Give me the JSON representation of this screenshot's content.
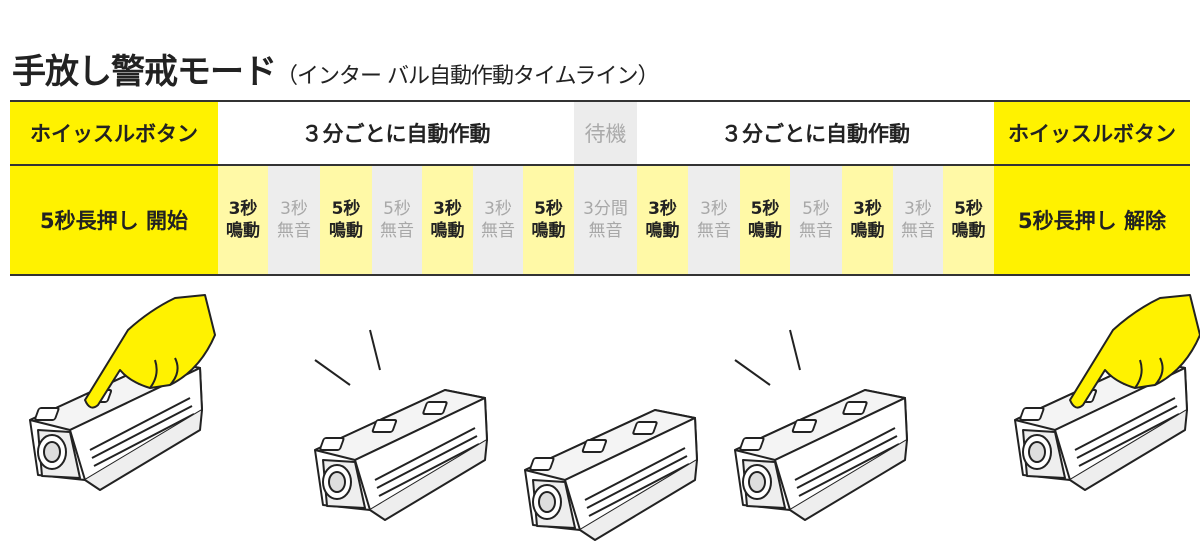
{
  "title": {
    "main": "手放し警戒モード",
    "sub": "（インター バル自動作動タイムライン）"
  },
  "header_row": {
    "left": "ホイッスルボタン",
    "auto1": "３分ごとに自動作動",
    "wait": "待機",
    "auto2": "３分ごとに自動作動",
    "right": "ホイッスルボタン"
  },
  "detail_row": {
    "left": "5秒長押し 開始",
    "right": "5秒長押し 解除",
    "segments": [
      {
        "label": "3秒\n鳴動",
        "state": "on"
      },
      {
        "label": "3秒\n無音",
        "state": "off"
      },
      {
        "label": "5秒\n鳴動",
        "state": "on"
      },
      {
        "label": "5秒\n無音",
        "state": "off"
      },
      {
        "label": "3秒\n鳴動",
        "state": "on"
      },
      {
        "label": "3秒\n無音",
        "state": "off"
      },
      {
        "label": "5秒\n鳴動",
        "state": "on"
      },
      {
        "label": "3分間\n無音",
        "state": "off"
      },
      {
        "label": "3秒\n鳴動",
        "state": "on"
      },
      {
        "label": "3秒\n無音",
        "state": "off"
      },
      {
        "label": "5秒\n鳴動",
        "state": "on"
      },
      {
        "label": "5秒\n無音",
        "state": "off"
      },
      {
        "label": "3秒\n鳴動",
        "state": "on"
      },
      {
        "label": "3秒\n無音",
        "state": "off"
      },
      {
        "label": "5秒\n鳴動",
        "state": "on"
      }
    ]
  },
  "illustrations": [
    {
      "name": "device-press-start",
      "hand": true,
      "sound": false
    },
    {
      "name": "device-sounding-1",
      "hand": false,
      "sound": true
    },
    {
      "name": "device-silent",
      "hand": false,
      "sound": false
    },
    {
      "name": "device-sounding-2",
      "hand": false,
      "sound": true
    },
    {
      "name": "device-press-stop",
      "hand": true,
      "sound": false
    }
  ],
  "colors": {
    "yellow": "#fff200",
    "pale_yellow": "#fff9a6",
    "gray": "#ededed"
  }
}
